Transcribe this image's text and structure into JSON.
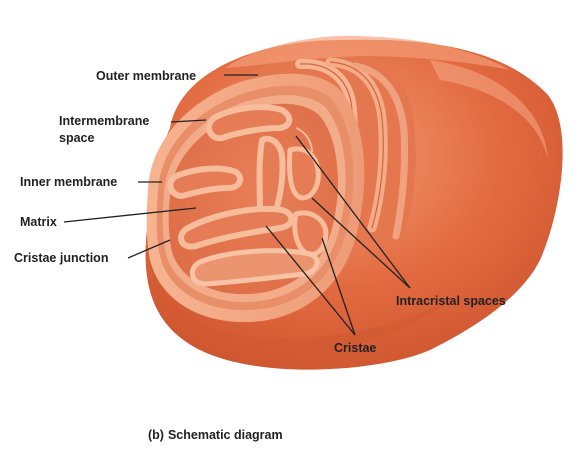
{
  "diagram": {
    "labels": {
      "outer_membrane": "Outer membrane",
      "intermembrane_1": "Intermembrane",
      "intermembrane_2": "space",
      "inner_membrane": "Inner membrane",
      "matrix": "Matrix",
      "cristae_junction": "Cristae junction",
      "intracristal_spaces": "Intracristal spaces",
      "cristae": "Cristae"
    },
    "caption": {
      "part": "(b)",
      "text": "Schematic diagram"
    },
    "colors": {
      "outer_body": "#E0673E",
      "outer_highlight": "#F29A74",
      "cut_face": "#EE9774",
      "cut_face_inner": "#E8845E",
      "membrane_edge": "#F6B896",
      "leader_line": "#222222"
    }
  }
}
